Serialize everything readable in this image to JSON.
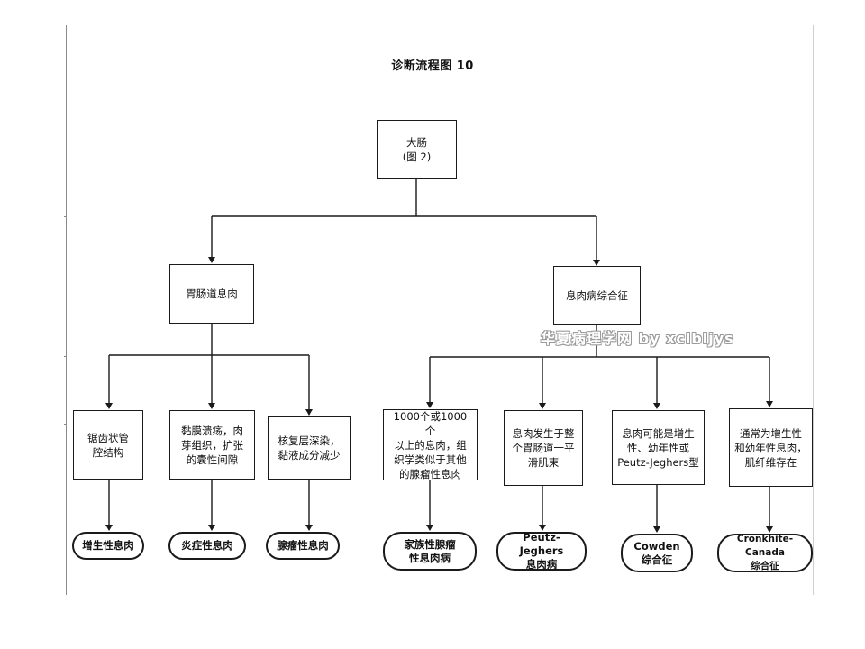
{
  "title": "诊断流程图 10",
  "root": {
    "label": "大肠\n(图 2)"
  },
  "branches": [
    {
      "label": "胃肠道息肉"
    },
    {
      "label": "息肉病综合征"
    }
  ],
  "features": [
    "锯齿状管\n腔结构",
    "黏膜溃疡，肉\n芽组织，扩张\n的囊性间隙",
    "核复层深染，\n黏液成分减少",
    "1000个或1000个\n以上的息肉，组\n织学类似于其他\n的腺瘤性息肉",
    "息肉发生于整\n个胃肠道一平\n滑肌束",
    "息肉可能是增生\n性、幼年性或\nPeutz-Jeghers型",
    "通常为增生性\n和幼年性息肉，\n肌纤维存在"
  ],
  "diagnoses": [
    "增生性息肉",
    "炎症性息肉",
    "腺瘤性息肉",
    "家族性腺瘤\n性息肉病",
    "Peutz-Jeghers\n息肉病",
    "Cowden\n综合征",
    "Cronkhite-Canada\n综合征"
  ],
  "watermark": "华夏病理学网 by xclbljys"
}
